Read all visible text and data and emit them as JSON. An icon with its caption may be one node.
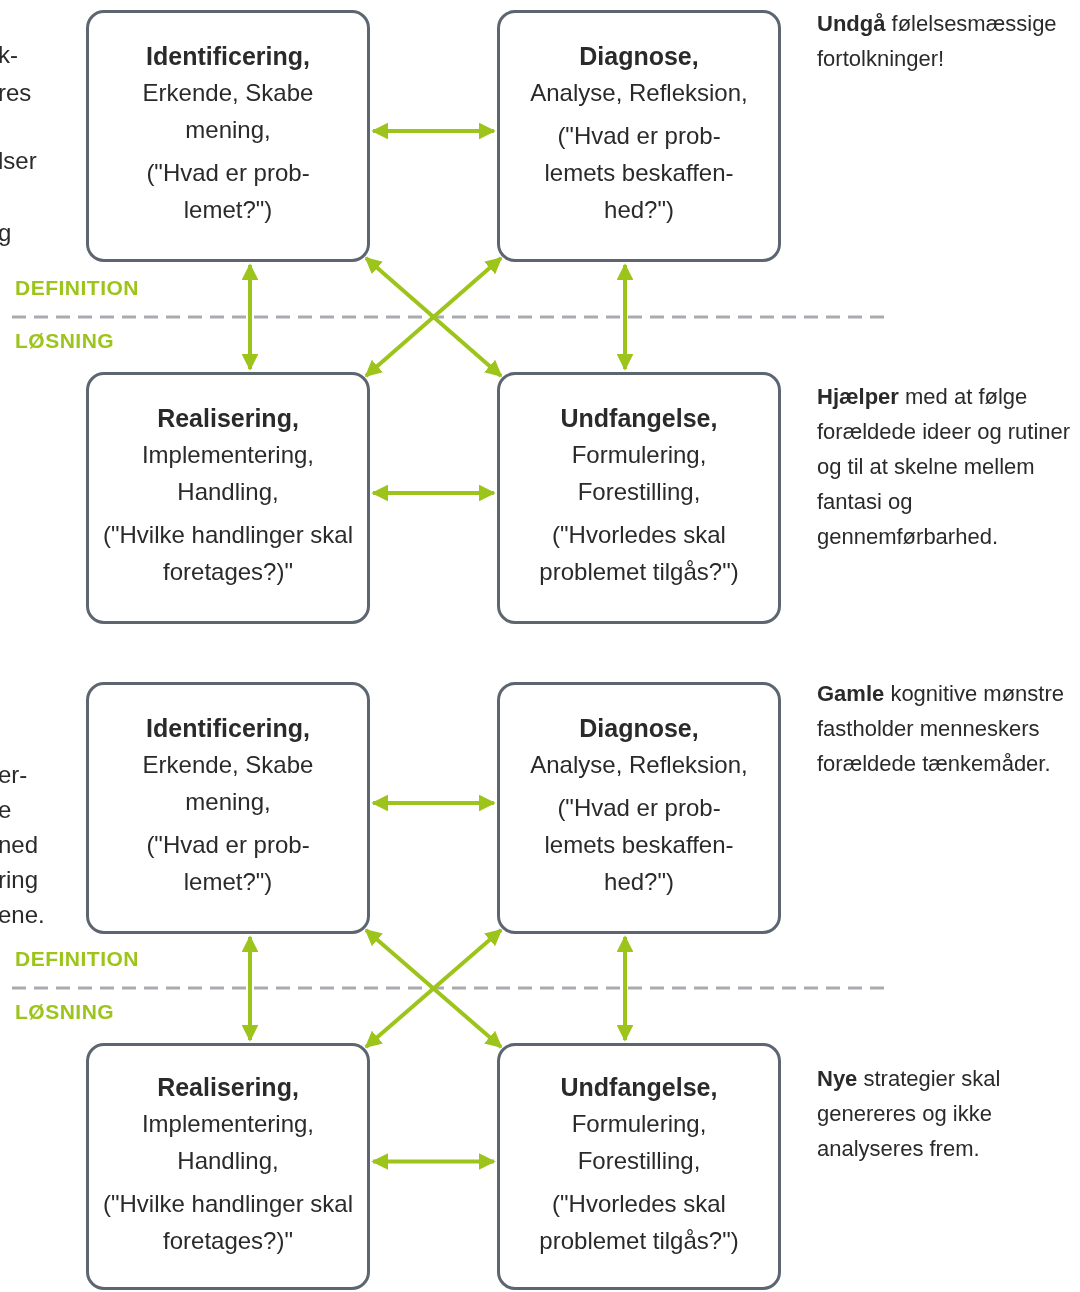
{
  "diagram": {
    "nodes": [
      {
        "text": [
          "Identificering,",
          "Erkende, Skabe mening,",
          "(\"Hvad er prob- lemet?\")"
        ]
      },
      {
        "text": [
          "Diagnose,",
          "Analyse, Refleksion,",
          "(\"Hvad er prob- lemets beskaffen- hed?\")"
        ]
      },
      {
        "text": [
          "Realisering,",
          "Implementering, Handling,",
          "(\"Hvilke handlinger skal foretages?)\""
        ]
      },
      {
        "text": [
          "Undfangelse,",
          "Formulering, Forestilling,",
          "(\"Hvorledes skal problemet tilgås?\")"
        ]
      },
      {
        "text": [
          "Identificering,",
          "Erkende, Skabe mening,",
          "(\"Hvad er prob- lemet?\")"
        ]
      },
      {
        "text": [
          "Diagnose,",
          "Analyse, Refleksion,",
          "(\"Hvad er prob- lemets beskaffen- hed?\")"
        ]
      },
      {
        "text": [
          "Realisering,",
          "Implementering, Handling,",
          "(\"Hvilke handlinger skal foretages?)\""
        ]
      },
      {
        "text": [
          "Undfangelse,",
          "Formulering, Forestilling,",
          "(\"Hvorledes skal problemet tilgås?\")"
        ]
      }
    ],
    "edges": [
      {
        "from": 0,
        "to": 1,
        "arrow": "both"
      },
      {
        "from": 0,
        "to": 2,
        "arrow": "both"
      },
      {
        "from": 1,
        "to": 3,
        "arrow": "both"
      },
      {
        "from": 2,
        "to": 3,
        "arrow": "both"
      },
      {
        "from": 0,
        "to": 3,
        "arrow": "both"
      },
      {
        "from": 1,
        "to": 2,
        "arrow": "both"
      },
      {
        "from": 4,
        "to": 5,
        "arrow": "both"
      },
      {
        "from": 4,
        "to": 6,
        "arrow": "both"
      },
      {
        "from": 5,
        "to": 7,
        "arrow": "both"
      },
      {
        "from": 6,
        "to": 7,
        "arrow": "both"
      },
      {
        "from": 4,
        "to": 7,
        "arrow": "both"
      },
      {
        "from": 5,
        "to": 6,
        "arrow": "both"
      }
    ],
    "labels": [
      "k-",
      "res",
      "lser",
      "g",
      "**Undgå** følelsesmæssige fortolkninger!",
      "DEFINITION",
      "LØSNING",
      "**Hjælper** med at følge forældede ideer og rutiner og til at skelne mellem fantasi og gennemførbarhed.",
      "er-",
      "e",
      "ned",
      "ring",
      "ene.",
      "**Gamle** kognitive mønstre fastholder menneskers forældede tænkemåder.",
      "DEFINITION",
      "LØSNING",
      "**Nye** strategier skal genereres og ikke analyseres frem."
    ]
  }
}
